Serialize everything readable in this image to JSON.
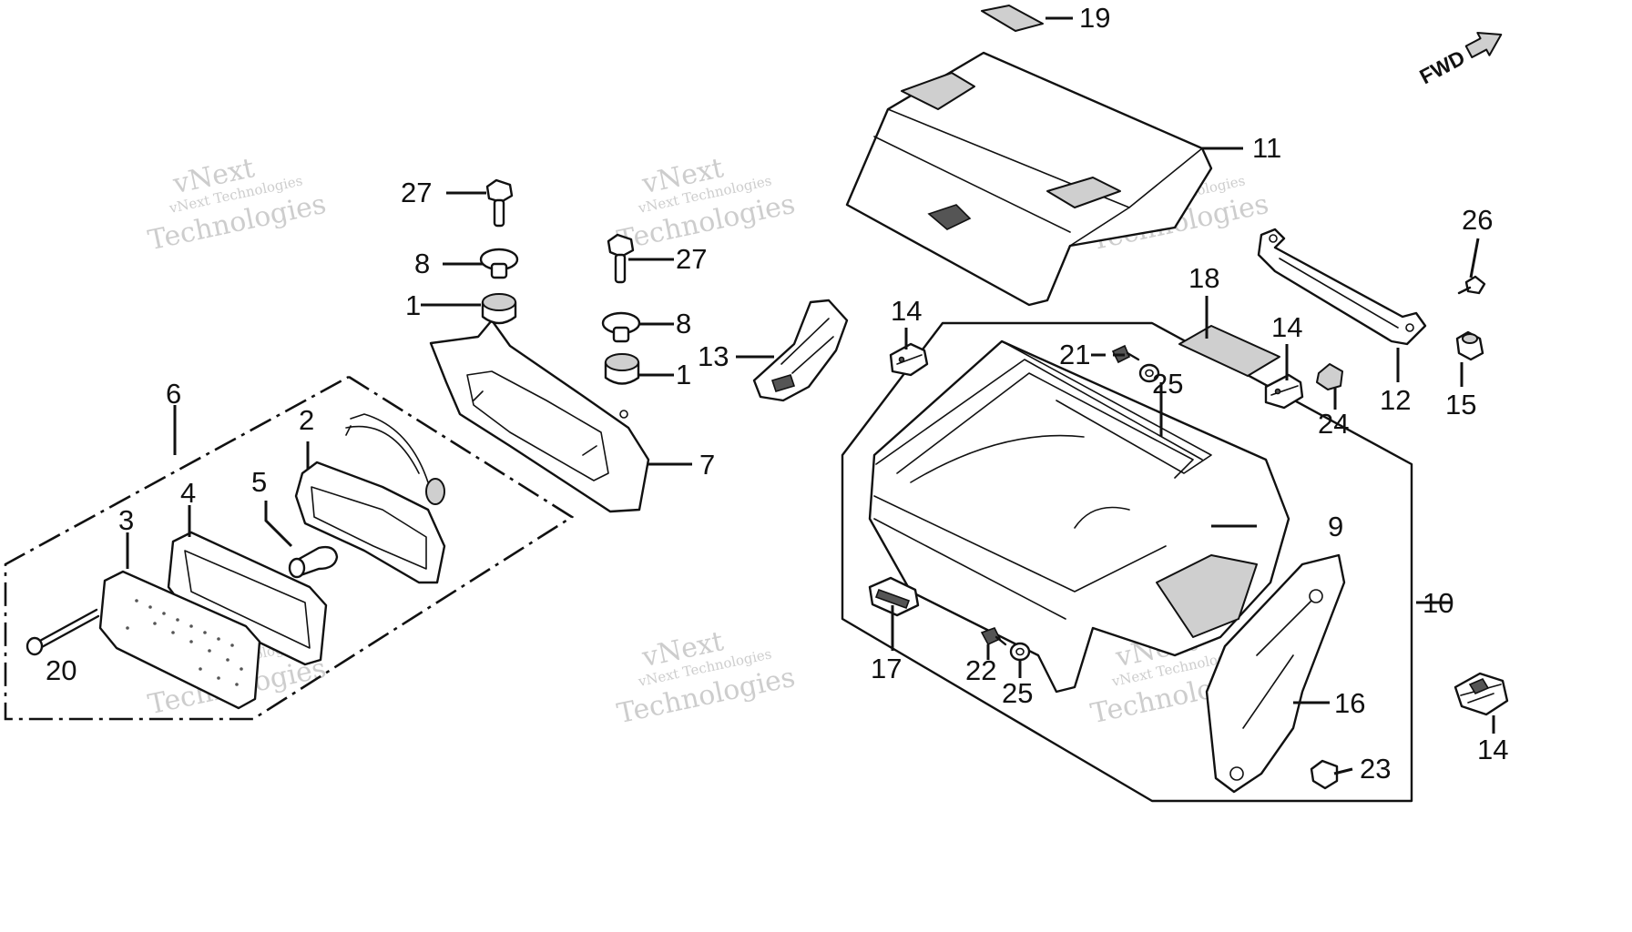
{
  "watermark": {
    "brand_top": "vNext",
    "brand_small": "vNext Technologies",
    "brand_big": "Technologies"
  },
  "direction_label": "FWD",
  "callouts": {
    "c1a": "1",
    "c1b": "1",
    "c2": "2",
    "c3": "3",
    "c4": "4",
    "c5": "5",
    "c6": "6",
    "c7": "7",
    "c8a": "8",
    "c8b": "8",
    "c9": "9",
    "c10": "10",
    "c11": "11",
    "c12": "12",
    "c13": "13",
    "c14a": "14",
    "c14b": "14",
    "c14c": "14",
    "c15": "15",
    "c16": "16",
    "c17": "17",
    "c18": "18",
    "c19": "19",
    "c20": "20",
    "c21": "21",
    "c22": "22",
    "c23": "23",
    "c24": "24",
    "c25a": "25",
    "c25b": "25",
    "c26": "26",
    "c27a": "27",
    "c27b": "27"
  }
}
